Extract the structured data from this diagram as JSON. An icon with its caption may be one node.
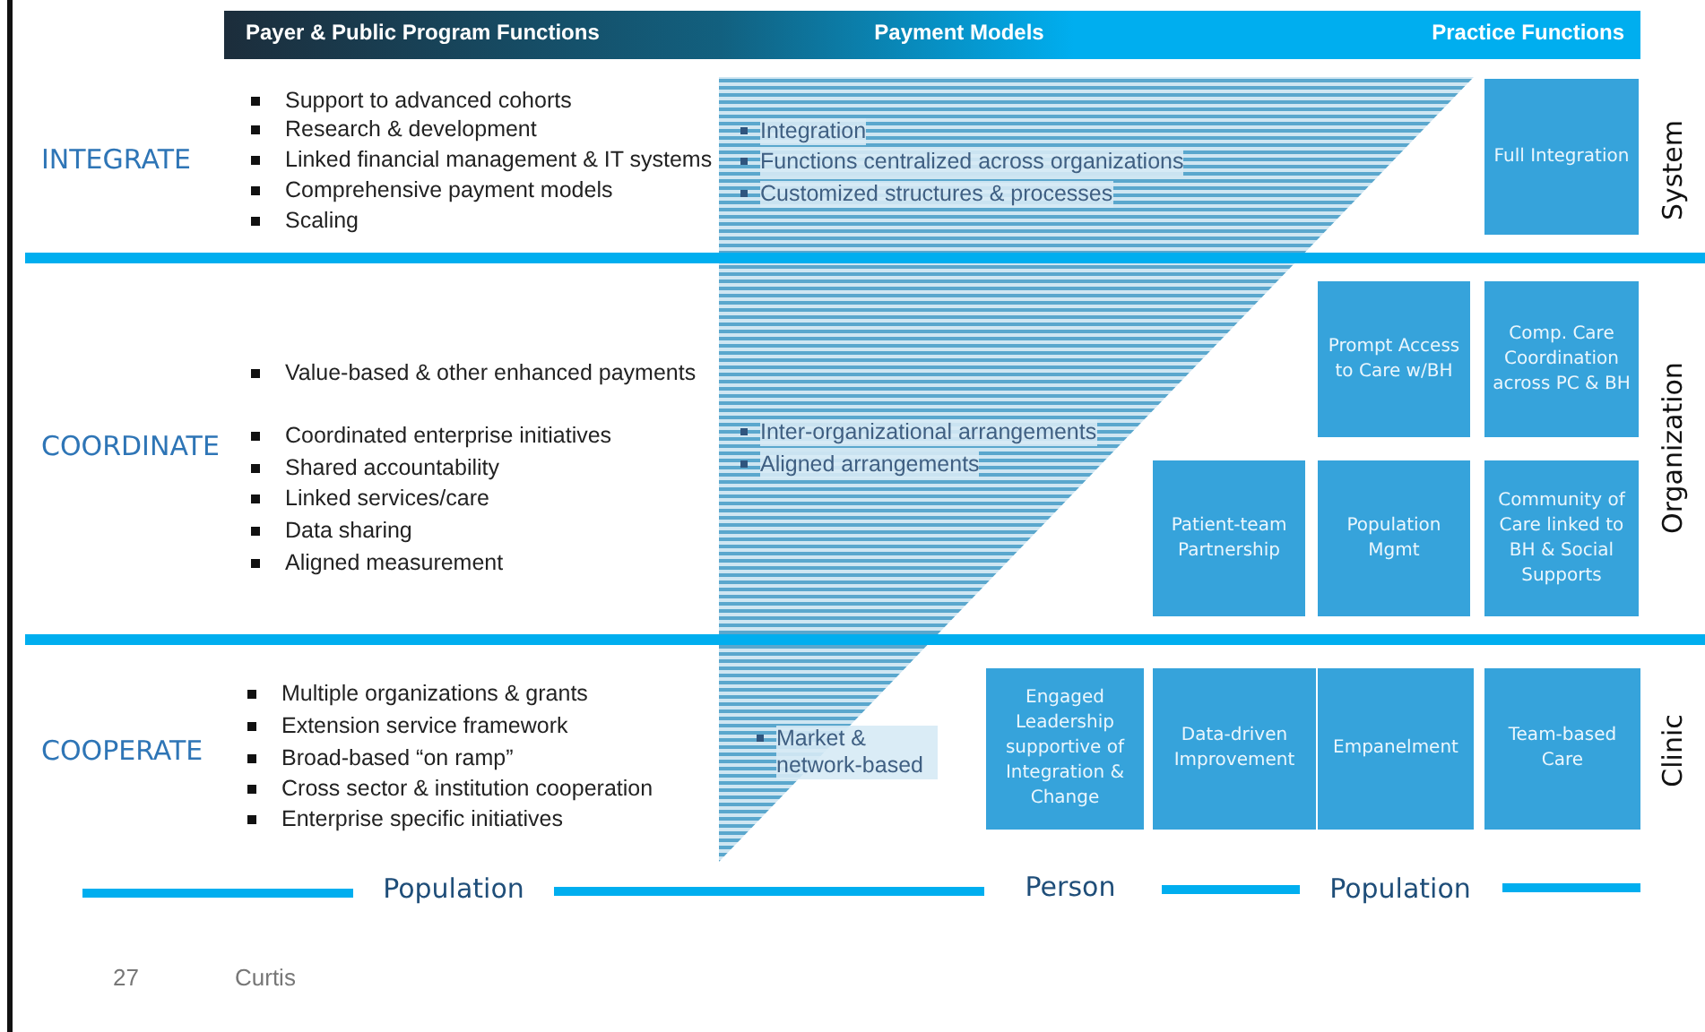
{
  "diagram": {
    "nodes": [
      {
        "text": [
          "Payer & Public Program Functions",
          "Payment Models",
          "Practice Functions"
        ]
      },
      {
        "text": [
          "Full Integration"
        ]
      },
      {
        "text": [
          "Prompt Access to Care w/BH"
        ]
      },
      {
        "text": [
          "Comp. Care Coordination across PC & BH"
        ]
      },
      {
        "text": [
          "Patient-team Partnership"
        ]
      },
      {
        "text": [
          "Population Mgmt"
        ]
      },
      {
        "text": [
          "Community of Care linked to BH & Social Supports"
        ]
      },
      {
        "text": [
          "Engaged Leadership supportive of Integration & Change"
        ]
      },
      {
        "text": [
          "Data-driven Improvement"
        ]
      },
      {
        "text": [
          "Empanelment"
        ]
      },
      {
        "text": [
          "Team-based Care"
        ]
      }
    ],
    "edges": [],
    "labels": [
      "INTEGRATE",
      "Support to advanced cohorts",
      "Research & development",
      "Linked financial management & IT systems",
      "Comprehensive payment models",
      "Scaling",
      "Integration",
      "Functions centralized across organizations",
      "Customized structures & processes",
      "System",
      "COORDINATE",
      "Value-based & other enhanced payments",
      "Coordinated enterprise initiatives",
      "Shared accountability",
      "Linked services/care",
      "Data sharing",
      "Aligned measurement",
      "Inter-organizational arrangements",
      "Aligned arrangements",
      "Organization",
      "COOPERATE",
      "Multiple organizations & grants",
      "Extension service framework",
      "Broad-based “on ramp”",
      "Cross sector & institution cooperation",
      "Enterprise specific initiatives",
      "Market & network-based",
      "Clinic",
      "Population",
      "Person",
      "Population",
      "27",
      "Curtis"
    ]
  }
}
